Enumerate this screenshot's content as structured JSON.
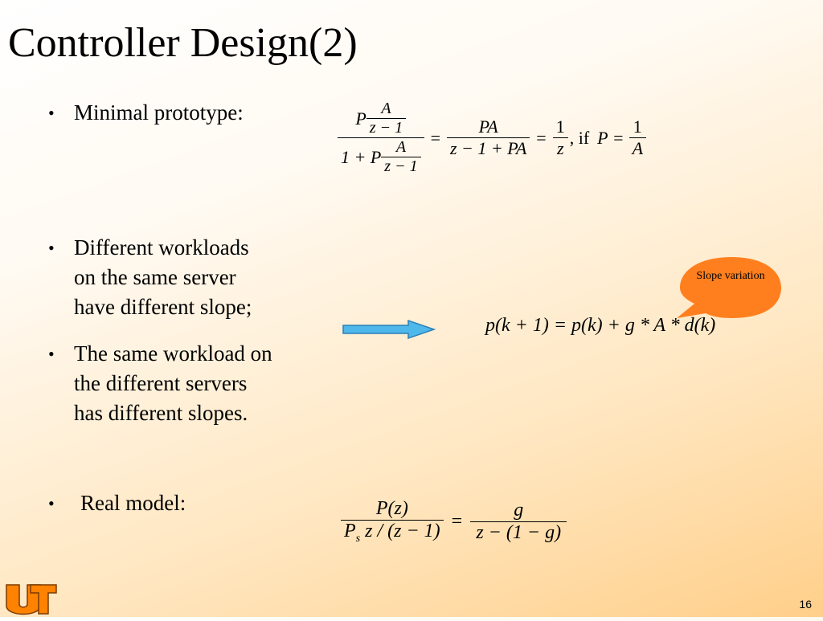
{
  "slide": {
    "title": "Controller Design(2)",
    "page_number": "16",
    "bullet_glyph": "•"
  },
  "bullets": {
    "minimal_prototype": "Minimal prototype:",
    "workloads_l1": "Different workloads",
    "workloads_l2": "on the same server",
    "workloads_l3": "have different slope;",
    "same_l1": "The same workload on",
    "same_l2": "the different servers",
    "same_l3": "has different slopes.",
    "real_model": "Real model:"
  },
  "equations": {
    "minimal": {
      "P": "P",
      "A": "A",
      "zm1": "z − 1",
      "one_plus_P": "1 + P",
      "eq": "=",
      "PA": "PA",
      "den2": "z − 1 + PA",
      "one": "1",
      "z": "z",
      "if_text": ", if",
      "P_eq": "P =",
      "one_b": "1",
      "A_b": "A"
    },
    "update": {
      "text": "p(k + 1) = p(k) + g * A * d(k)"
    },
    "real": {
      "num_left": "P(z)",
      "den_left_P": "P",
      "den_left_s": "s",
      "den_left_rest": "z / (z − 1)",
      "eq": "=",
      "num_right": "g",
      "den_right": "z − (1 − g)"
    }
  },
  "callout": {
    "text": "Slope variation",
    "color": "#ff7f1f"
  },
  "colors": {
    "arrow": "#4fb8ea",
    "logo": "#ff8200"
  },
  "logo": {
    "text": "UT"
  }
}
